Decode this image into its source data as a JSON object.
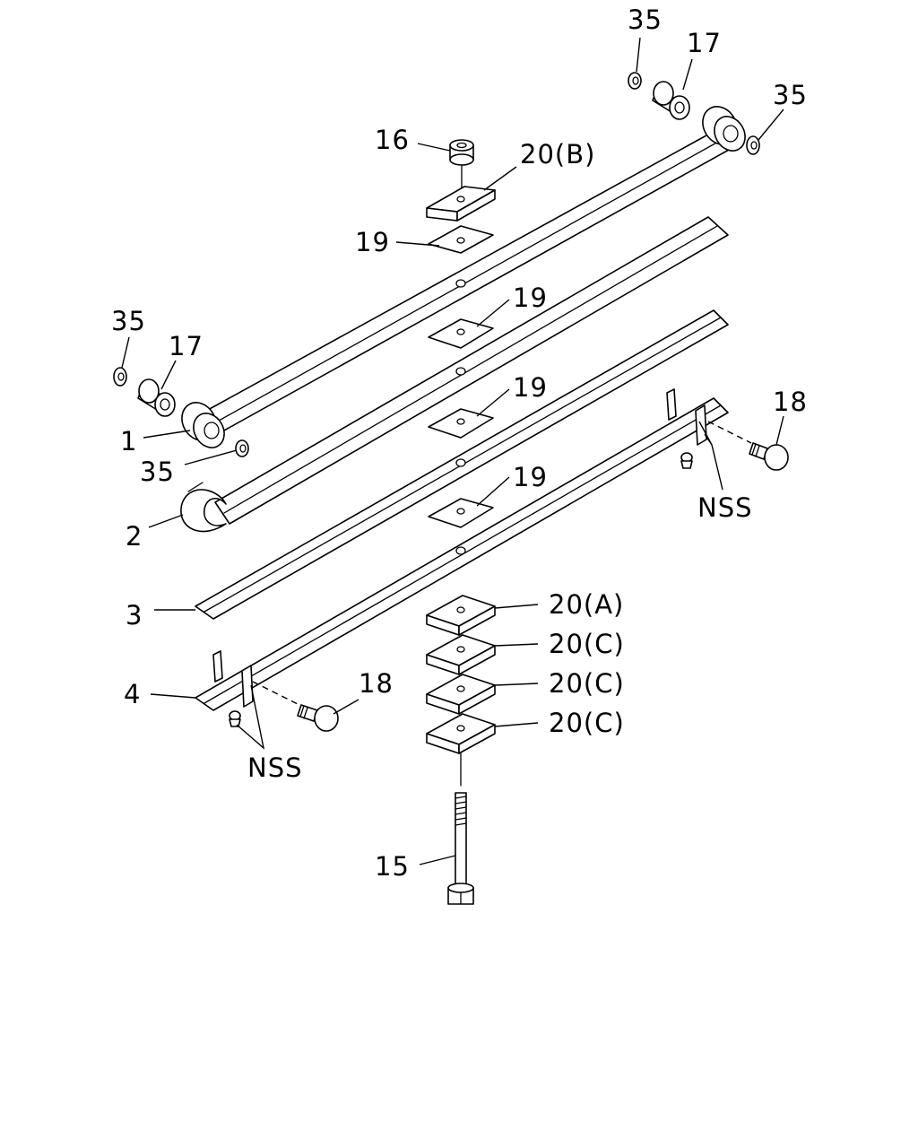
{
  "labels": {
    "p35_top": "35",
    "p17_top": "17",
    "p35_topright": "35",
    "p16": "16",
    "p20b": "20(B)",
    "p19_a": "19",
    "p19_b": "19",
    "p19_c": "19",
    "p19_d": "19",
    "p35_left": "35",
    "p17_left": "17",
    "p1": "1",
    "p35_mid": "35",
    "p2": "2",
    "p18_right": "18",
    "nss_right": "NSS",
    "p3": "3",
    "p20a": "20(A)",
    "p20c_1": "20(C)",
    "p20c_2": "20(C)",
    "p20c_3": "20(C)",
    "p4": "4",
    "p18_left": "18",
    "nss_left": "NSS",
    "p15": "15"
  },
  "colors": {
    "line": "#000000",
    "background": "#ffffff"
  }
}
